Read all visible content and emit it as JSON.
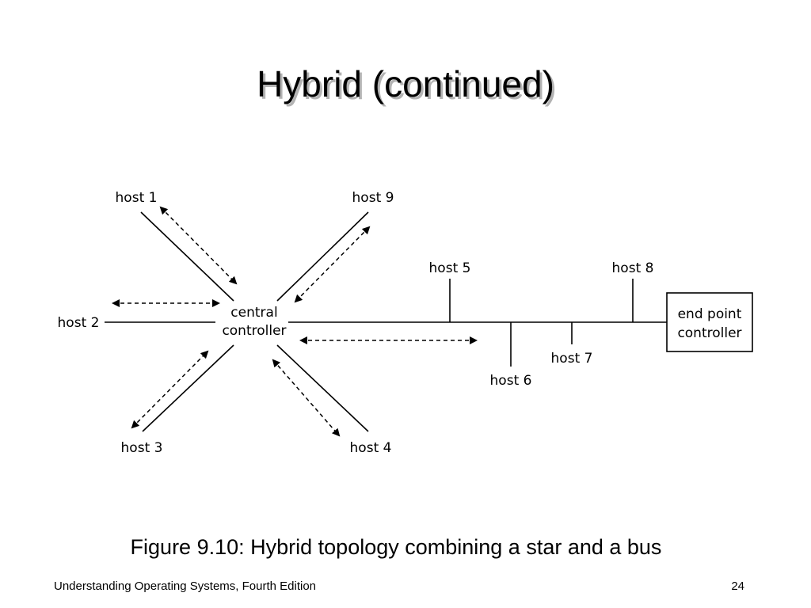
{
  "slide": {
    "title": "Hybrid (continued)",
    "caption": "Figure 9.10: Hybrid topology combining a star and a bus",
    "footer_text": "Understanding Operating Systems, Fourth Edition",
    "page_number": "24"
  },
  "diagram": {
    "hub_label_line1": "central",
    "hub_label_line2": "controller",
    "end_label_line1": "end point",
    "end_label_line2": "controller",
    "hosts": {
      "host1": "host 1",
      "host2": "host 2",
      "host3": "host 3",
      "host4": "host 4",
      "host5": "host 5",
      "host6": "host 6",
      "host7": "host 7",
      "host8": "host 8",
      "host9": "host 9"
    }
  }
}
